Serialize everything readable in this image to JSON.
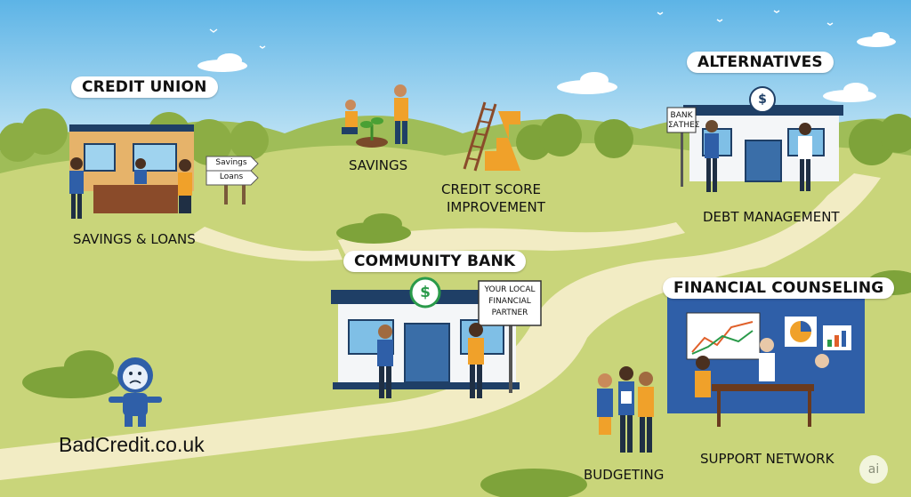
{
  "labels": {
    "credit_union": "CREDIT UNION",
    "alternatives": "ALTERNATIVES",
    "community_bank": "COMMUNITY BANK",
    "financial_counseling": "FINANCIAL COUNSELING",
    "savings_loans": "SAVINGS & LOANS",
    "savings": "SAVINGS",
    "credit_score_line1": "CREDIT SCORE",
    "credit_score_line2": "IMPROVEMENT",
    "debt_management": "DEBT MANAGEMENT",
    "budgeting": "BUDGETING",
    "support_network": "SUPPORT NETWORK"
  },
  "signs": {
    "signpost_line1": "Savings",
    "signpost_line2": "Loans",
    "alternatives_sign_line1": "BANK",
    "alternatives_sign_line2": "ΣΑΤΗΕΣ",
    "community_sign_line1": "YOUR LOCAL",
    "community_sign_line2": "FINANCIAL",
    "community_sign_line3": "PARTNER",
    "dollar": "$"
  },
  "brand": "BadCredit.co.uk",
  "watermark": "ai",
  "colors": {
    "sky_top": "#5db4e6",
    "grass": "#c9d57a",
    "path": "#f2ecc4",
    "bank_blue": "#1f3f66",
    "accent_orange": "#f0a12a",
    "mascot_blue": "#2f5fa8"
  }
}
